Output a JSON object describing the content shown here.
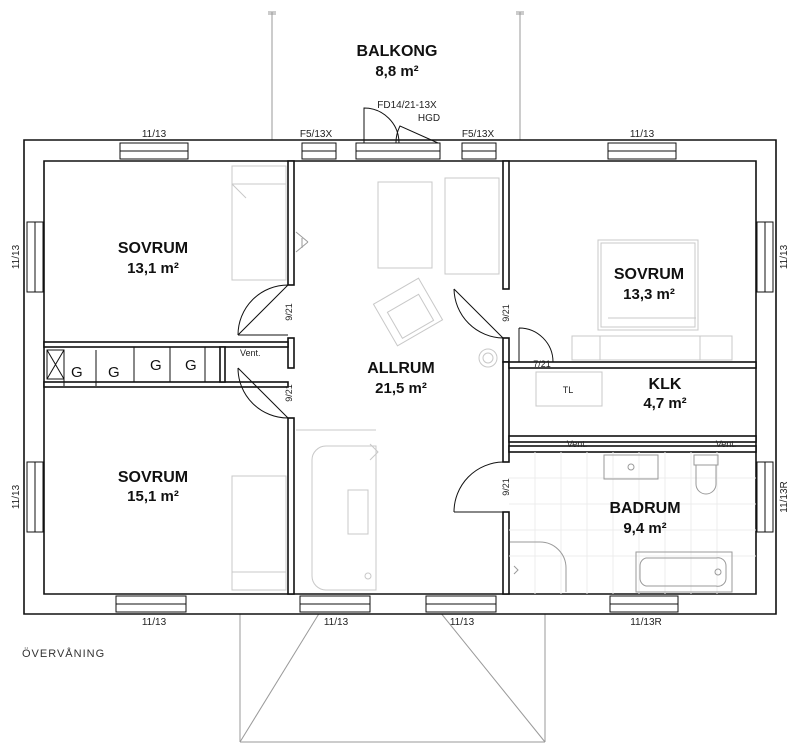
{
  "rooms": {
    "balkong": {
      "name": "BALKONG",
      "area": "8,8 m²"
    },
    "sovrum_nw": {
      "name": "SOVRUM",
      "area": "13,1 m²"
    },
    "sovrum_sw": {
      "name": "SOVRUM",
      "area": "15,1 m²"
    },
    "allrum": {
      "name": "ALLRUM",
      "area": "21,5 m²"
    },
    "sovrum_e": {
      "name": "SOVRUM",
      "area": "13,3 m²"
    },
    "klk": {
      "name": "KLK",
      "area": "4,7 m²"
    },
    "badrum": {
      "name": "BADRUM",
      "area": "9,4 m²"
    }
  },
  "windows": {
    "top_1": "11/13",
    "top_2": "F5/13X",
    "top_3": "F5/13X",
    "top_4": "11/13",
    "left_1": "11/13",
    "left_2": "11/13",
    "right_1": "11/13",
    "right_2": "11/13R",
    "bottom_1": "11/13",
    "bottom_2": "11/13",
    "bottom_3": "11/13",
    "bottom_4": "11/13R"
  },
  "balcony_door": {
    "line1": "FD14/21-13X",
    "line2": "HGD"
  },
  "doors": {
    "sovrum_nw": "9/21",
    "sovrum_sw": "9/21",
    "sovrum_e": "9/21",
    "klk": "7/21",
    "badrum": "9/21"
  },
  "closets": {
    "g1": "G",
    "g2": "G",
    "g3": "G",
    "g4": "G"
  },
  "vent": {
    "closet": "Vent.",
    "klk": "Vent.",
    "bath": "Vent."
  },
  "klk_shelf": "TL",
  "floor_label": "ÖVERVÅNING"
}
